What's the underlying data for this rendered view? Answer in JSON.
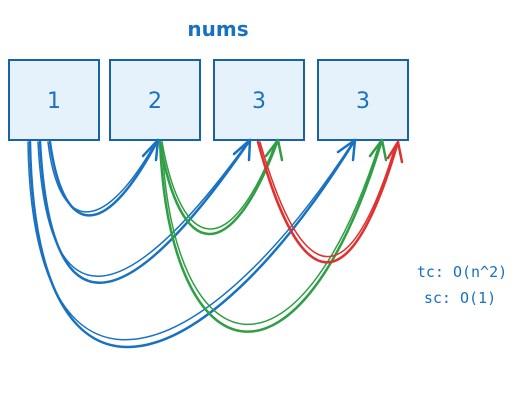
{
  "title": "nums",
  "array": {
    "cells": [
      "1",
      "2",
      "3",
      "3"
    ]
  },
  "complexity": {
    "time": "tc: O(n^2)",
    "space": "sc: O(1)"
  },
  "colors": {
    "cell_fill": "#e6f2fb",
    "cell_stroke": "#1a62a8",
    "text_blue": "#1971c2",
    "arrow_blue": "#1971c2",
    "arrow_green": "#2f9e44",
    "arrow_red": "#e03131"
  }
}
